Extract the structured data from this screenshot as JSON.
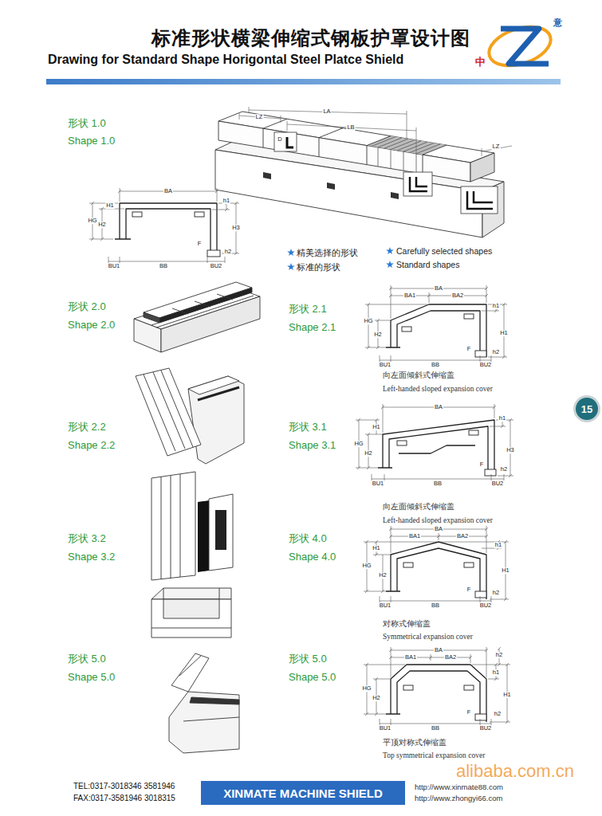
{
  "diagram": {
    "title": "标准形状横梁伸缩式钢板护罩设计图",
    "nodes": [
      {
        "text": [
          "15"
        ]
      },
      {
        "text": [
          "XINMATE MACHINE SHIELD"
        ]
      }
    ],
    "labels": [
      "Drawing for Standard Shape Horigontal Steel Platce Shield",
      "中",
      "意",
      "形状 1.0",
      "Shape 1.0",
      "LZ",
      "LA",
      "LB",
      "D",
      "LZ",
      "BA",
      "HG",
      "H2",
      "H1",
      "h1",
      "H3",
      "h2",
      "F",
      "BU1",
      "BB",
      "BU2",
      "精美选择的形状",
      "标准的形状",
      "Carefully selected shapes",
      "Standard shapes",
      "形状 2.0",
      "Shape 2.0",
      "形状 2.1",
      "Shape 2.1",
      "BA",
      "BA1",
      "BA2",
      "HG",
      "H2",
      "h1",
      "H1",
      "F",
      "h2",
      "BU1",
      "BB",
      "BU2",
      "向左面倾斜式伸缩盖",
      "Left-handed sloped expansion cover",
      "形状 2.2",
      "Shape 2.2",
      "形状 3.1",
      "Shape 3.1",
      "BA",
      "HG",
      "H2",
      "H1",
      "h1",
      "H3",
      "F",
      "h2",
      "BU1",
      "BB",
      "BU2",
      "向左面倾斜式伸缩盖",
      "Left-handed sloped expansion cover",
      "形状 3.2",
      "Shape 3.2",
      "形状 4.0",
      "Shape 4.0",
      "BA",
      "BA1",
      "BA2",
      "HG",
      "H1",
      "H2",
      "h1",
      "H1",
      "F",
      "h2",
      "BU1",
      "BB",
      "BU2",
      "对称式伸缩盖",
      "Symmetrical expansion cover",
      "形状 5.0",
      "Shape 5.0",
      "形状 5.0",
      "Shape 5.0",
      "BA",
      "BA1",
      "BA2",
      "h2",
      "HG",
      "H2",
      "H1",
      "h1",
      "F",
      "h2",
      "BU1",
      "BB",
      "BU2",
      "平顶对称式伸缩盖",
      "Top symmetrical expansion cover",
      "TEL:0317-3018346 3581946",
      "FAX:0317-3581946 3018315",
      "http://www.xinmate88.com",
      "http://www.zhongyi66.com",
      "alibaba.com.cn"
    ]
  }
}
